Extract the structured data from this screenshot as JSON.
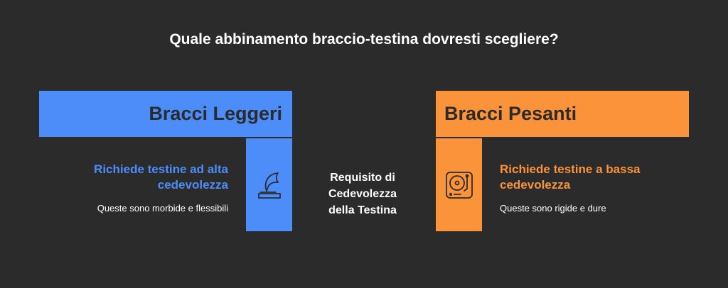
{
  "title": "Quale abbinamento braccio-testina dovresti scegliere?",
  "left": {
    "header": "Bracci Leggeri",
    "heading_line1": "Richiede testine ad alta",
    "heading_line2": "cedevolezza",
    "subtext": "Queste sono morbide e flessibili",
    "icon": "gramophone-icon",
    "color": "#4d8dfa"
  },
  "right": {
    "header": "Bracci Pesanti",
    "heading_line1": "Richiede testine a bassa",
    "heading_line2": "cedevolezza",
    "subtext": "Queste sono rigide e dure",
    "icon": "turntable-icon",
    "color": "#fa933a"
  },
  "center": {
    "line1": "Requisito di",
    "line2": "Cedevolezza",
    "line3": "della Testina"
  },
  "colors": {
    "background": "#2b2b2b",
    "text": "#ffffff"
  }
}
